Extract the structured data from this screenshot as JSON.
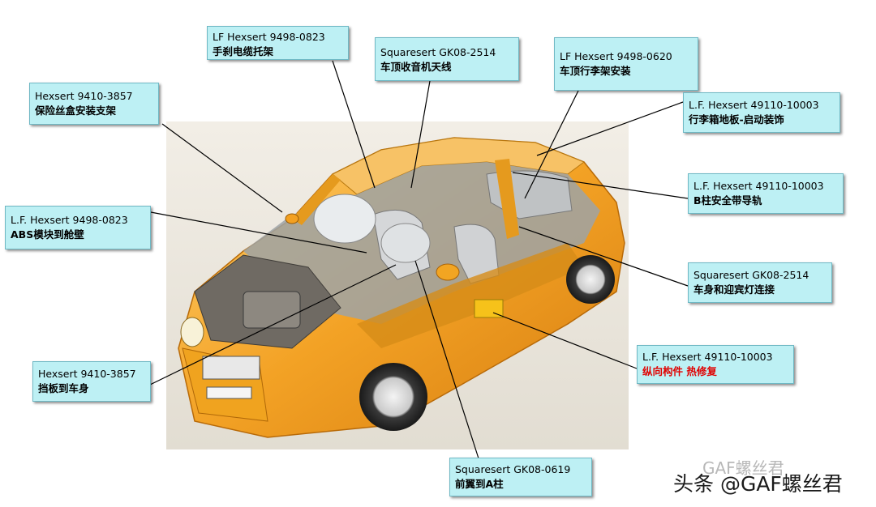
{
  "callouts": [
    {
      "id": "handbrake",
      "line1": "LF Hexsert 9498-0823",
      "line2": "手刹电缆托架",
      "red": false
    },
    {
      "id": "antenna",
      "line1": "Squaresert GK08-2514",
      "line2": "车顶收音机天线",
      "red": false
    },
    {
      "id": "roofrack",
      "line1": "LF Hexsert 9498-0620",
      "line2": "车顶行李架安装",
      "red": false
    },
    {
      "id": "fusebox",
      "line1": "Hexsert 9410-3857",
      "line2": "保险丝盒安装支架",
      "red": false
    },
    {
      "id": "trunkfloor",
      "line1": "L.F. Hexsert 49110-10003",
      "line2": "行李箱地板-启动装饰",
      "red": false
    },
    {
      "id": "bpillar",
      "line1": "L.F. Hexsert 49110-10003",
      "line2": "B柱安全带导轨",
      "red": false
    },
    {
      "id": "abs",
      "line1": "L.F. Hexsert 9498-0823",
      "line2": "ABS模块到舱壁",
      "red": false
    },
    {
      "id": "courtesylight",
      "line1": "Squaresert GK08-2514",
      "line2": "车身和迎宾灯连接",
      "red": false
    },
    {
      "id": "longitudinal",
      "line1": "L.F. Hexsert 49110-10003",
      "line2": "纵向构件 热修复",
      "red": true
    },
    {
      "id": "baffle",
      "line1": "Hexsert 9410-3857",
      "line2": "挡板到车身",
      "red": false
    },
    {
      "id": "fender",
      "line1": "Squaresert GK08-0619",
      "line2": "前翼到A柱",
      "red": false
    }
  ],
  "watermark": {
    "text": "头条 @GAF螺丝君",
    "ghost": "GAF螺丝君"
  },
  "colors": {
    "callout_bg": "#bdf0f4",
    "body_orange": "#f0a020",
    "highlight_red": "#e10000"
  }
}
